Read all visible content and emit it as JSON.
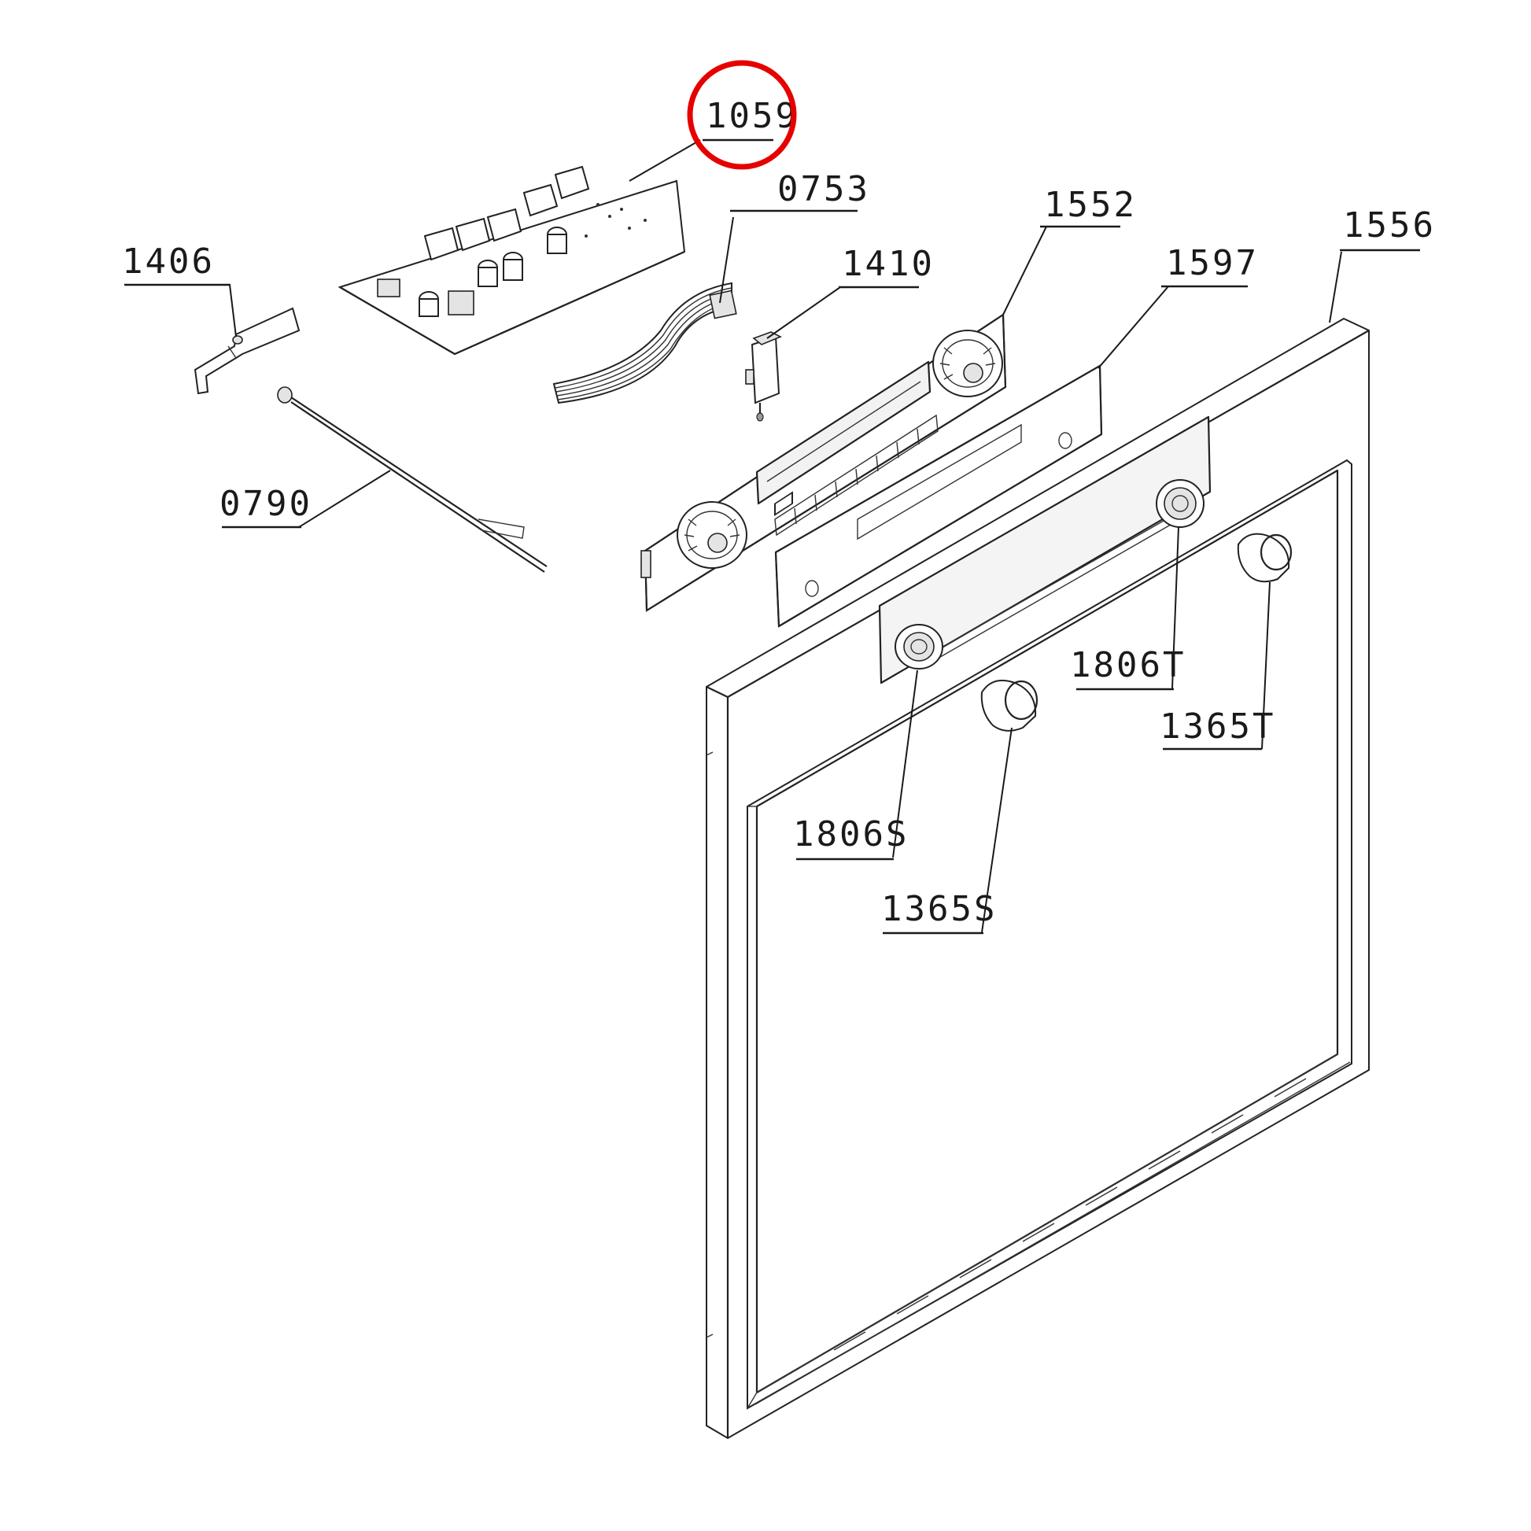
{
  "diagram": {
    "labels": [
      {
        "id": "1059",
        "text": "1059"
      },
      {
        "id": "0753",
        "text": "0753"
      },
      {
        "id": "1552",
        "text": "1552"
      },
      {
        "id": "1556",
        "text": "1556"
      },
      {
        "id": "1406",
        "text": "1406"
      },
      {
        "id": "1410",
        "text": "1410"
      },
      {
        "id": "1597",
        "text": "1597"
      },
      {
        "id": "0790",
        "text": "0790"
      },
      {
        "id": "1806T",
        "text": "1806T"
      },
      {
        "id": "1365T",
        "text": "1365T"
      },
      {
        "id": "1806S",
        "text": "1806S"
      },
      {
        "id": "1365S",
        "text": "1365S"
      }
    ],
    "highlighted_part": "1059",
    "highlight_color": "#e60000",
    "line_color": "#1a1a1a"
  }
}
